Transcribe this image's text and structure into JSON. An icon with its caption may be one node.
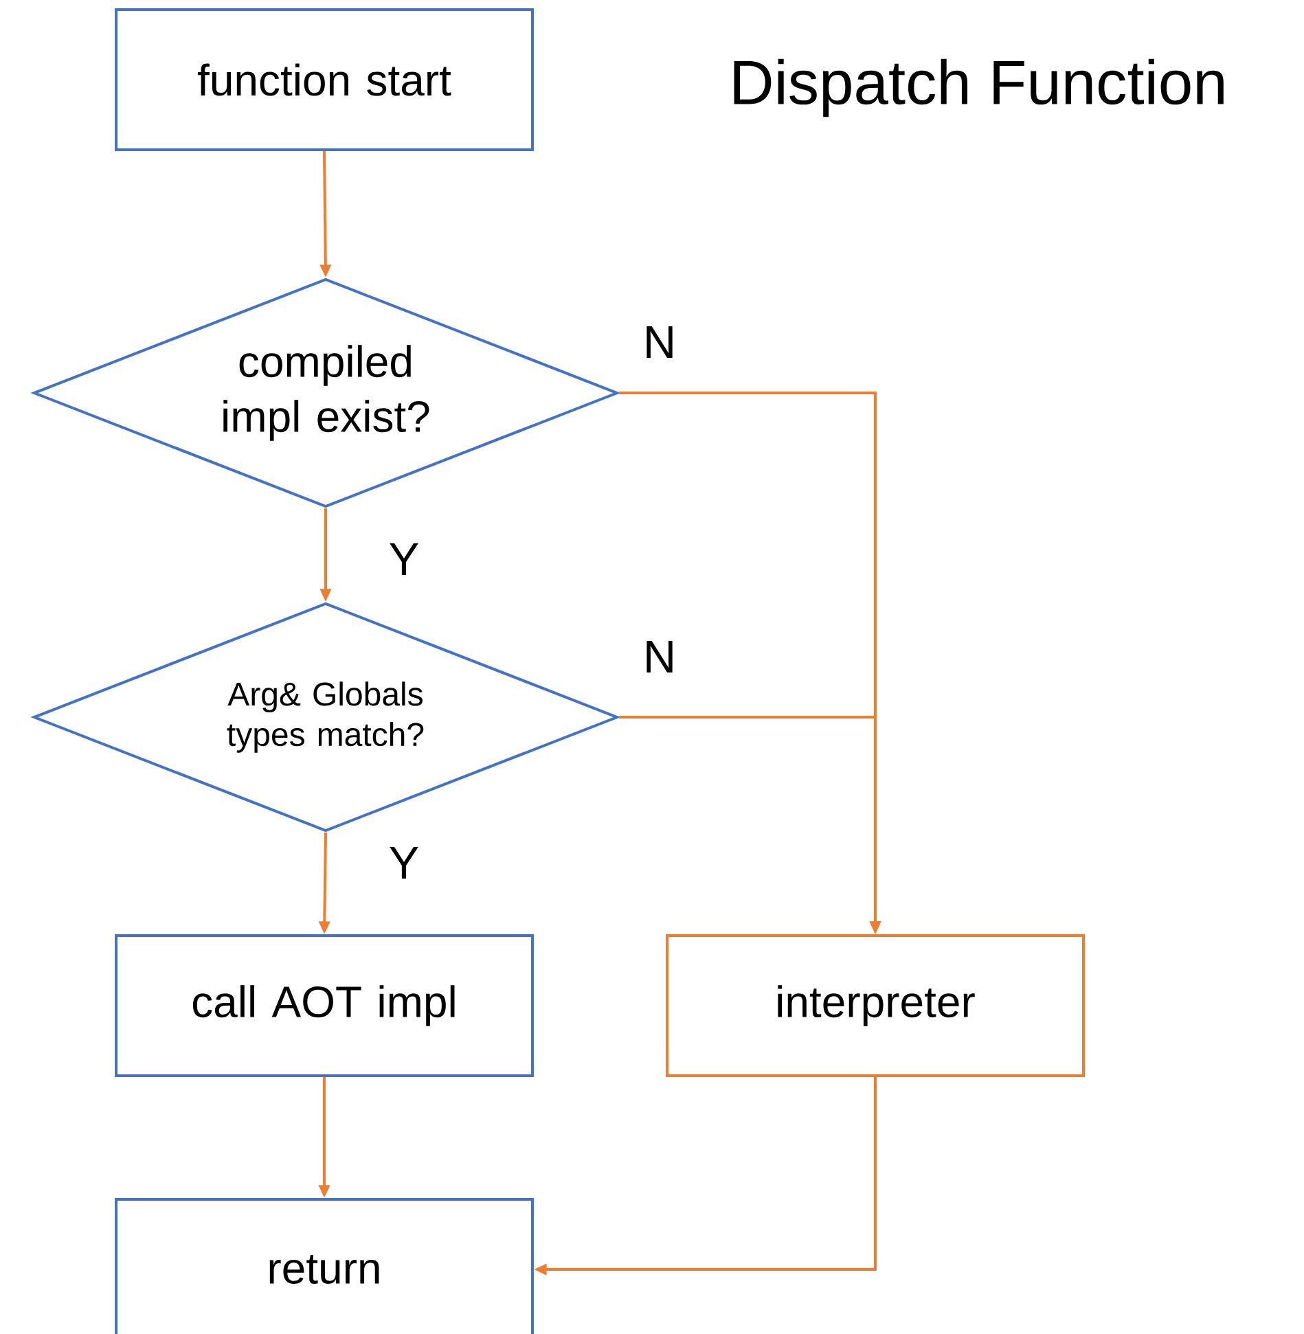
{
  "diagram": {
    "title": "Dispatch Function",
    "nodes": [
      {
        "text": [
          "function start"
        ]
      },
      {
        "text": [
          "compiled impl exist?"
        ]
      },
      {
        "text": [
          "Arg& Globals types match?"
        ]
      },
      {
        "text": [
          "call AOT impl"
        ]
      },
      {
        "text": [
          "interpreter"
        ]
      },
      {
        "text": [
          "return"
        ]
      }
    ],
    "edges": [
      {
        "from": 0,
        "to": 1,
        "arrow": "to"
      },
      {
        "from": 1,
        "to": 4,
        "arrow": "to",
        "label": "N"
      },
      {
        "from": 1,
        "to": 2,
        "arrow": "to",
        "label": "Y"
      },
      {
        "from": 2,
        "to": 4,
        "arrow": "to",
        "label": "N"
      },
      {
        "from": 2,
        "to": 3,
        "arrow": "to",
        "label": "Y"
      },
      {
        "from": 3,
        "to": 5,
        "arrow": "to"
      },
      {
        "from": 4,
        "to": 5,
        "arrow": "to"
      }
    ]
  }
}
